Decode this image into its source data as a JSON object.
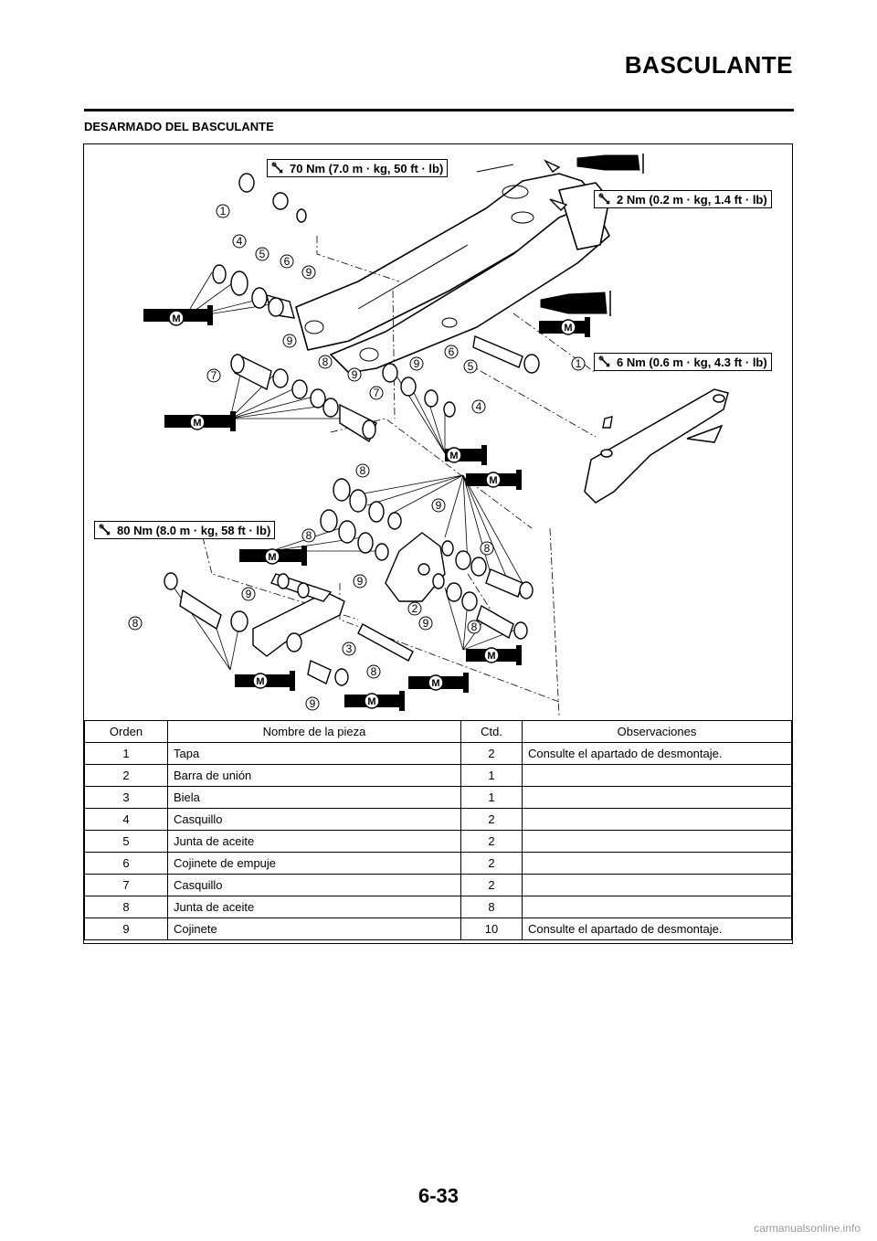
{
  "header": {
    "title": "BASCULANTE"
  },
  "section": {
    "title": "DESARMADO DEL BASCULANTE"
  },
  "torques": {
    "t1": "70 Nm (7.0 m · kg, 50 ft · lb)",
    "t2": "2 Nm (0.2 m · kg, 1.4 ft · lb)",
    "t3": "6 Nm (0.6 m · kg, 4.3 ft · lb)",
    "t4": "80 Nm (8.0 m · kg, 58 ft · lb)"
  },
  "lube_symbol": "M",
  "table": {
    "headers": {
      "order": "Orden",
      "name": "Nombre de la pieza",
      "qty": "Ctd.",
      "obs": "Observaciones"
    },
    "rows": [
      {
        "order": "1",
        "name": "Tapa",
        "qty": "2",
        "obs": "Consulte el apartado de desmontaje."
      },
      {
        "order": "2",
        "name": "Barra de unión",
        "qty": "1",
        "obs": ""
      },
      {
        "order": "3",
        "name": "Biela",
        "qty": "1",
        "obs": ""
      },
      {
        "order": "4",
        "name": "Casquillo",
        "qty": "2",
        "obs": ""
      },
      {
        "order": "5",
        "name": "Junta de aceite",
        "qty": "2",
        "obs": ""
      },
      {
        "order": "6",
        "name": "Cojinete de empuje",
        "qty": "2",
        "obs": ""
      },
      {
        "order": "7",
        "name": "Casquillo",
        "qty": "2",
        "obs": ""
      },
      {
        "order": "8",
        "name": "Junta de aceite",
        "qty": "8",
        "obs": ""
      },
      {
        "order": "9",
        "name": "Cojinete",
        "qty": "10",
        "obs": "Consulte el apartado de desmontaje."
      }
    ]
  },
  "footer": {
    "page_number": "6-33",
    "watermark": "carmanualsonline.info"
  }
}
